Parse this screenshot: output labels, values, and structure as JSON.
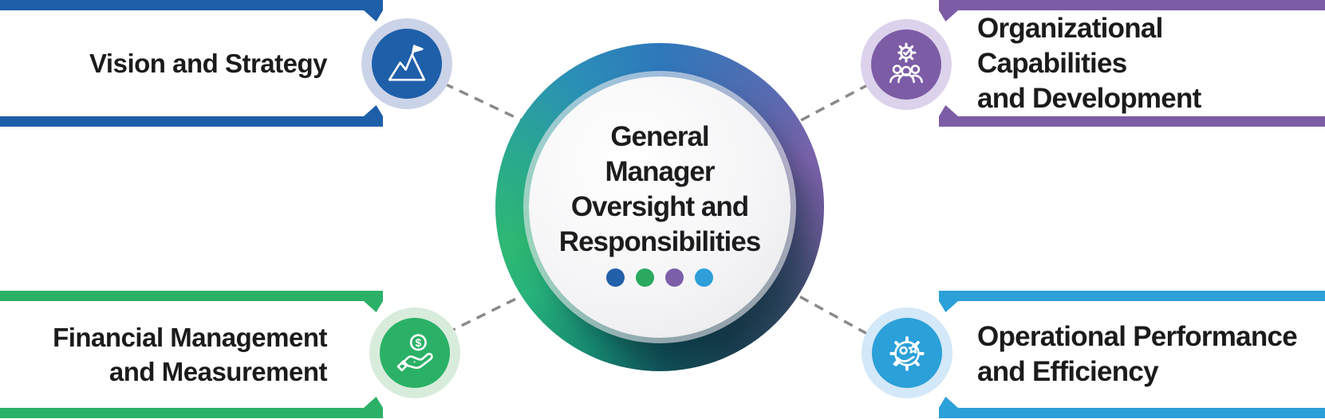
{
  "text_color": "#1b1b1b",
  "connector_color": "#8a8a8a",
  "center": {
    "title_lines": [
      "General",
      "Manager",
      "Oversight and",
      "Responsibilities"
    ],
    "ring_colors": {
      "blue": "#2e78bb",
      "purple": "#7e63ad",
      "green": "#2eb873",
      "shadow": "#1d4254"
    },
    "dot_colors": [
      "#2260a9",
      "#2aa95f",
      "#7c5fa9",
      "#2e9fd9"
    ]
  },
  "sections": [
    {
      "id": "vision-and-strategy",
      "position": "top-left",
      "label_lines": [
        "Vision and Strategy"
      ],
      "accent_color": "#1e5fa9",
      "halo_color": "#cbd3e8",
      "icon": "mountain-flag-icon"
    },
    {
      "id": "organizational-capabilities-and-development",
      "position": "top-right",
      "label_line1": "Organizational Capabilities",
      "label_line2": "and Development",
      "accent_color": "#7d5ca6",
      "halo_color": "#dcd2ec",
      "icon": "team-gear-check-icon"
    },
    {
      "id": "financial-management-and-measurement",
      "position": "bottom-left",
      "label_line1": "Financial Management",
      "label_line2": "and Measurement",
      "accent_color": "#2bb167",
      "halo_color": "#d8ecdb",
      "icon": "hand-dollar-coin-icon"
    },
    {
      "id": "operational-performance-and-efficiency",
      "position": "bottom-right",
      "label_line1": "Operational Performance",
      "label_line2": "and Efficiency",
      "accent_color": "#2ba0d9",
      "halo_color": "#d3e8f8",
      "icon": "gear-person-star-icon"
    }
  ]
}
